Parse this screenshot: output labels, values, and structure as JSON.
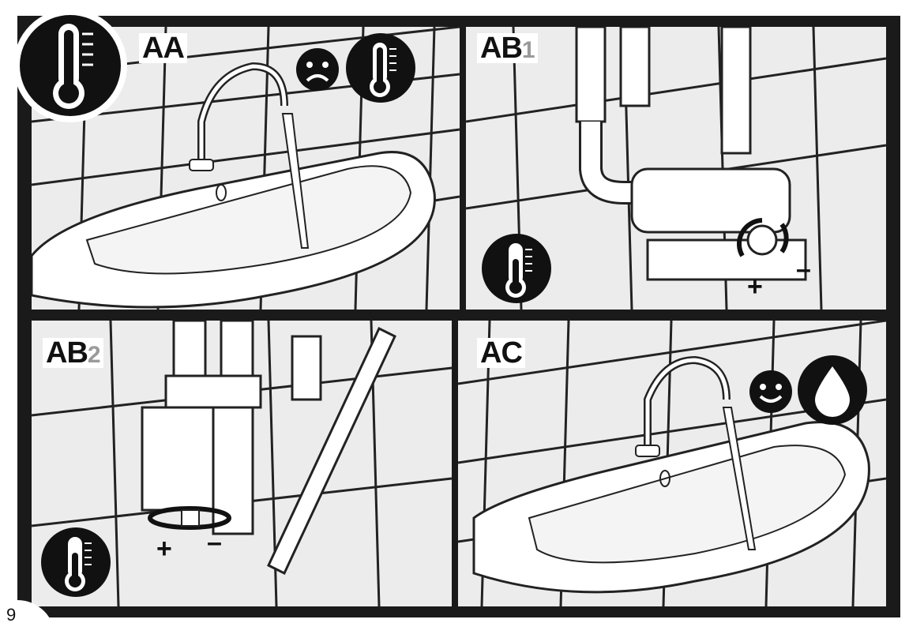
{
  "page_number": "9",
  "panels": {
    "aa": {
      "label": "AA",
      "sub": ""
    },
    "ab1": {
      "label": "AB",
      "sub": "1",
      "plus": "+",
      "minus": "–"
    },
    "ab2": {
      "label": "AB",
      "sub": "2",
      "plus": "+",
      "minus": "–"
    },
    "ac": {
      "label": "AC",
      "sub": ""
    }
  },
  "icons": {
    "thermometer": "thermometer-icon",
    "sad_face": "sad-face-icon",
    "smile_face": "smile-face-icon",
    "water_drop": "water-drop-icon"
  },
  "colors": {
    "ink": "#111111",
    "panel_bg": "#ececec",
    "frame": "#1a1a1a",
    "sub_label": "#9a9a9a"
  }
}
